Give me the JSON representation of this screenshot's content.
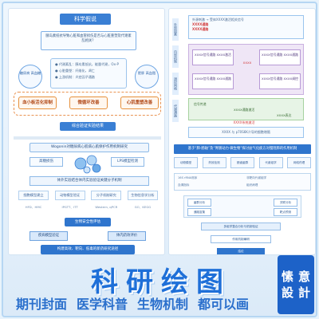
{
  "left_panel": {
    "title": "科学假说",
    "question": "胰岛素抵抗导致心脏和血管损伤是否与心脏重塑及代谢紊乱相关？",
    "left_circle": "糖尿病 高血糖",
    "right_circle": "肥胖 高血脂",
    "center_lines": [
      "● 代谢紊乱：胰岛素抵抗，能量代谢，Ox-P",
      "● 心脏重塑：纤维化，凋亡",
      "● 上游机制：炎症因子通路"
    ],
    "pills": [
      "血小板活化抑制",
      "微循环改善",
      "心肌重塑改善"
    ],
    "strip": "综合验证实验结果",
    "mid_title": "Wogonin对糖尿病心肌病心肌保护作用机制研究",
    "mid_left": "高糖损伤",
    "mid_right": "LPS模型检测",
    "sub_line": "体外实验结合体内实验验证关键分子机制",
    "row_boxes": [
      "细胞模型建立",
      "动物模型验证",
      "分子机制研究",
      "生物信息学分析"
    ],
    "row_texts": [
      "HFD、HMC",
      "IPGTT、ITT",
      "Western, qPCR",
      "GO、KEGG"
    ],
    "eval": "生物安全性评估",
    "btn_a": "疾病模型验证",
    "btn_b": "体内药效评价",
    "final": "构建高效、靶向、低毒的新药研究途径"
  },
  "right_panel": {
    "vlabels": [
      "外部因素",
      "内部机制",
      "调控网络",
      "代谢通路"
    ],
    "top_lines": [
      "外源刺激 → 受体XXXX激活相关信号",
      "XXXX通路",
      "XXXX通路"
    ],
    "purple_items": [
      "XXXX信号通路 XXXX激活",
      "XXXX信号通路 XXXX通路",
      "XXXX信号通路 XXXX通路",
      "XXXX信号通路 XXXX调控"
    ],
    "purple_tag": "XXXX",
    "green_texts": [
      "信号传递",
      "XXXX通路激活",
      "XXXX表达"
    ],
    "red_line": "XXXX系统激活",
    "bottom_box": "XXXX 与 p70S6K介导的细胞增殖",
    "flow_head": "基于“肺-肠轴”及“胃肠动力-微生物”探讨益气化痰方对慢阻肺的作用机制",
    "flow_row": [
      "动物模型",
      "药效检测",
      "肠道菌群",
      "代谢组学",
      "网络药理"
    ],
    "grid_texts": [
      "16S rRNA测序",
      "非靶向代谢组学",
      "血清指标",
      "组织病理"
    ],
    "box2_texts": [
      "菌群分析",
      "关联分析",
      "通路富集",
      "靶点预测"
    ],
    "flow_bottom": "多组学整合分析与机制验证",
    "flow_bottom2": "作用机制阐明",
    "flow_end": "结论"
  },
  "banner": {
    "title": "科研绘图",
    "subs": [
      "期刊封面",
      "医学科普",
      "生物机制",
      "都可以画"
    ],
    "stamp": [
      "愫",
      "意",
      "設",
      "計"
    ]
  },
  "colors": {
    "brand_blue": "#1e6fd8",
    "accent_orange": "#e6913d",
    "purple_zone": "#efe6f6",
    "green_zone": "#e7f4e6"
  }
}
